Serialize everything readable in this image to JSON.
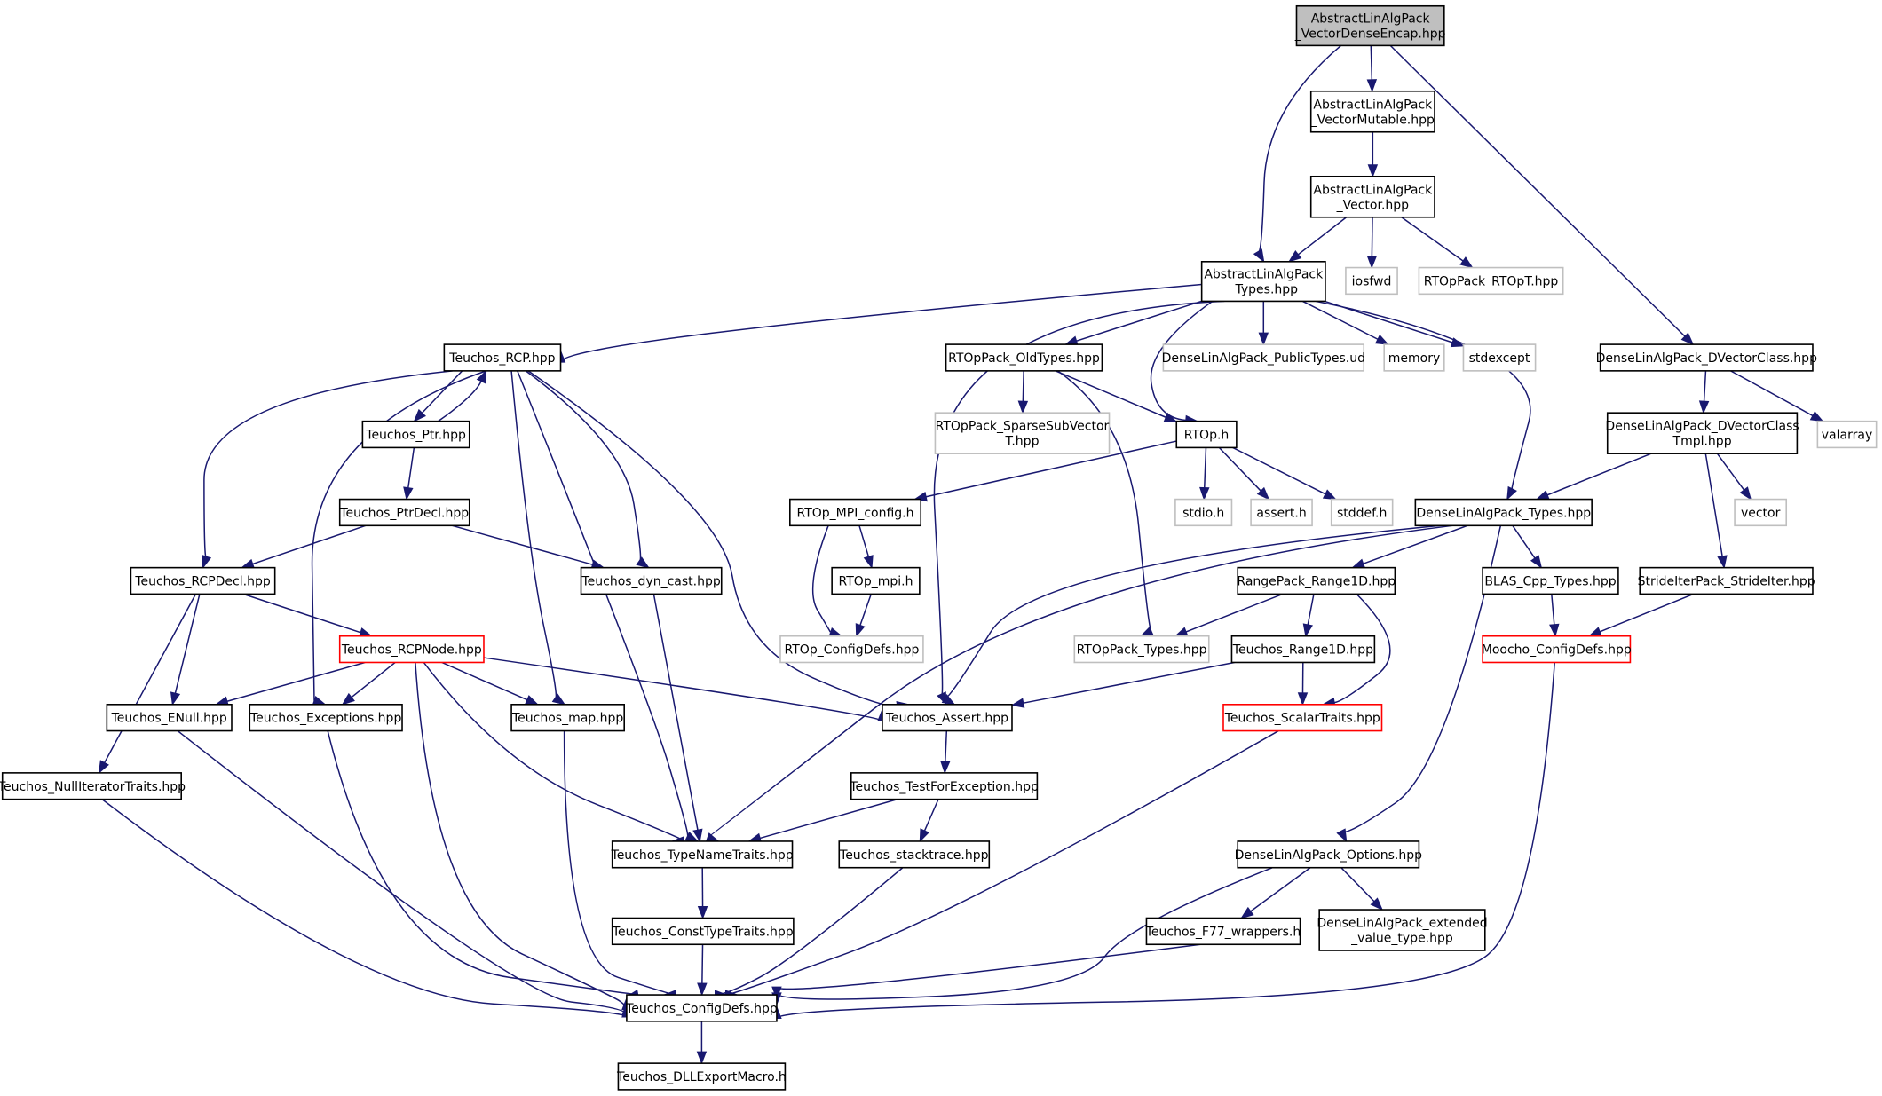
{
  "colors": {
    "edge": "#191970",
    "node_border": "#000000",
    "node_border_external": "#bfbfbf",
    "node_border_truncated": "#ff0000",
    "root_fill": "#bfbfbf",
    "node_fill": "#ffffff"
  },
  "nodes": [
    {
      "id": "root",
      "lines": [
        "AbstractLinAlgPack",
        "_VectorDenseEncap.hpp"
      ],
      "style": "root"
    },
    {
      "id": "vmut",
      "lines": [
        "AbstractLinAlgPack",
        "_VectorMutable.hpp"
      ],
      "style": "normal"
    },
    {
      "id": "vec",
      "lines": [
        "AbstractLinAlgPack",
        "_Vector.hpp"
      ],
      "style": "normal"
    },
    {
      "id": "types",
      "lines": [
        "AbstractLinAlgPack",
        "_Types.hpp"
      ],
      "style": "normal"
    },
    {
      "id": "iosfwd",
      "lines": [
        "iosfwd"
      ],
      "style": "external"
    },
    {
      "id": "rtopt",
      "lines": [
        "RTOpPack_RTOpT.hpp"
      ],
      "style": "external"
    },
    {
      "id": "dvc",
      "lines": [
        "DenseLinAlgPack_DVectorClass.hpp"
      ],
      "style": "normal"
    },
    {
      "id": "rcp",
      "lines": [
        "Teuchos_RCP.hpp"
      ],
      "style": "normal"
    },
    {
      "id": "oldtypes",
      "lines": [
        "RTOpPack_OldTypes.hpp"
      ],
      "style": "normal"
    },
    {
      "id": "pubtypes",
      "lines": [
        "DenseLinAlgPack_PublicTypes.ud"
      ],
      "style": "external"
    },
    {
      "id": "memory",
      "lines": [
        "memory"
      ],
      "style": "external"
    },
    {
      "id": "stdexcept",
      "lines": [
        "stdexcept"
      ],
      "style": "external"
    },
    {
      "id": "valarray",
      "lines": [
        "valarray"
      ],
      "style": "external"
    },
    {
      "id": "ptr",
      "lines": [
        "Teuchos_Ptr.hpp"
      ],
      "style": "normal"
    },
    {
      "id": "sparse",
      "lines": [
        "RTOpPack_SparseSubVector",
        "T.hpp"
      ],
      "style": "external"
    },
    {
      "id": "rtoph",
      "lines": [
        "RTOp.h"
      ],
      "style": "normal"
    },
    {
      "id": "dvct",
      "lines": [
        "DenseLinAlgPack_DVectorClass",
        "Tmpl.hpp"
      ],
      "style": "normal"
    },
    {
      "id": "ptrdecl",
      "lines": [
        "Teuchos_PtrDecl.hpp"
      ],
      "style": "normal"
    },
    {
      "id": "mpiconfig",
      "lines": [
        "RTOp_MPI_config.h"
      ],
      "style": "normal"
    },
    {
      "id": "stdio",
      "lines": [
        "stdio.h"
      ],
      "style": "external"
    },
    {
      "id": "asserth",
      "lines": [
        "assert.h"
      ],
      "style": "external"
    },
    {
      "id": "stddef",
      "lines": [
        "stddef.h"
      ],
      "style": "external"
    },
    {
      "id": "dlatypes",
      "lines": [
        "DenseLinAlgPack_Types.hpp"
      ],
      "style": "normal"
    },
    {
      "id": "vector",
      "lines": [
        "vector"
      ],
      "style": "external"
    },
    {
      "id": "rcpdecl",
      "lines": [
        "Teuchos_RCPDecl.hpp"
      ],
      "style": "normal"
    },
    {
      "id": "dyncast",
      "lines": [
        "Teuchos_dyn_cast.hpp"
      ],
      "style": "normal"
    },
    {
      "id": "rtopmpi",
      "lines": [
        "RTOp_mpi.h"
      ],
      "style": "normal"
    },
    {
      "id": "range1dpack",
      "lines": [
        "RangePack_Range1D.hpp"
      ],
      "style": "normal"
    },
    {
      "id": "blas",
      "lines": [
        "BLAS_Cpp_Types.hpp"
      ],
      "style": "normal"
    },
    {
      "id": "strideiter",
      "lines": [
        "StrideIterPack_StrideIter.hpp"
      ],
      "style": "normal"
    },
    {
      "id": "rcpnode",
      "lines": [
        "Teuchos_RCPNode.hpp"
      ],
      "style": "truncated"
    },
    {
      "id": "rtopconfig",
      "lines": [
        "RTOp_ConfigDefs.hpp"
      ],
      "style": "external"
    },
    {
      "id": "rtoptypes",
      "lines": [
        "RTOpPack_Types.hpp"
      ],
      "style": "external"
    },
    {
      "id": "range1d",
      "lines": [
        "Teuchos_Range1D.hpp"
      ],
      "style": "normal"
    },
    {
      "id": "moocho",
      "lines": [
        "Moocho_ConfigDefs.hpp"
      ],
      "style": "truncated"
    },
    {
      "id": "enull",
      "lines": [
        "Teuchos_ENull.hpp"
      ],
      "style": "normal"
    },
    {
      "id": "exceptions",
      "lines": [
        "Teuchos_Exceptions.hpp"
      ],
      "style": "normal"
    },
    {
      "id": "map",
      "lines": [
        "Teuchos_map.hpp"
      ],
      "style": "normal"
    },
    {
      "id": "assert",
      "lines": [
        "Teuchos_Assert.hpp"
      ],
      "style": "normal"
    },
    {
      "id": "scalartraits",
      "lines": [
        "Teuchos_ScalarTraits.hpp"
      ],
      "style": "truncated"
    },
    {
      "id": "nulliter",
      "lines": [
        "Teuchos_NullIteratorTraits.hpp"
      ],
      "style": "normal"
    },
    {
      "id": "testexc",
      "lines": [
        "Teuchos_TestForException.hpp"
      ],
      "style": "normal"
    },
    {
      "id": "typename",
      "lines": [
        "Teuchos_TypeNameTraits.hpp"
      ],
      "style": "normal"
    },
    {
      "id": "stacktrace",
      "lines": [
        "Teuchos_stacktrace.hpp"
      ],
      "style": "normal"
    },
    {
      "id": "options",
      "lines": [
        "DenseLinAlgPack_Options.hpp"
      ],
      "style": "normal"
    },
    {
      "id": "consttype",
      "lines": [
        "Teuchos_ConstTypeTraits.hpp"
      ],
      "style": "normal"
    },
    {
      "id": "f77",
      "lines": [
        "Teuchos_F77_wrappers.h"
      ],
      "style": "normal"
    },
    {
      "id": "extended",
      "lines": [
        "DenseLinAlgPack_extended",
        "_value_type.hpp"
      ],
      "style": "normal"
    },
    {
      "id": "configdefs",
      "lines": [
        "Teuchos_ConfigDefs.hpp"
      ],
      "style": "normal"
    },
    {
      "id": "dllexport",
      "lines": [
        "Teuchos_DLLExportMacro.h"
      ],
      "style": "normal"
    }
  ],
  "edges": [
    [
      "root",
      "vmut"
    ],
    [
      "root",
      "types"
    ],
    [
      "root",
      "dvc"
    ],
    [
      "vmut",
      "vec"
    ],
    [
      "vec",
      "types"
    ],
    [
      "vec",
      "iosfwd"
    ],
    [
      "vec",
      "rtopt"
    ],
    [
      "types",
      "rcp"
    ],
    [
      "types",
      "oldtypes"
    ],
    [
      "types",
      "pubtypes"
    ],
    [
      "types",
      "memory"
    ],
    [
      "types",
      "stdexcept"
    ],
    [
      "types",
      "rtoph"
    ],
    [
      "types",
      "assert"
    ],
    [
      "types",
      "dlatypes"
    ],
    [
      "dvc",
      "dvct"
    ],
    [
      "dvc",
      "valarray"
    ],
    [
      "rcp",
      "ptr"
    ],
    [
      "ptr",
      "rcp"
    ],
    [
      "rcp",
      "rcpdecl"
    ],
    [
      "rcp",
      "exceptions"
    ],
    [
      "rcp",
      "map"
    ],
    [
      "rcp",
      "typename"
    ],
    [
      "rcp",
      "dyncast"
    ],
    [
      "rcp",
      "assert"
    ],
    [
      "ptr",
      "ptrdecl"
    ],
    [
      "ptrdecl",
      "rcpdecl"
    ],
    [
      "ptrdecl",
      "dyncast"
    ],
    [
      "oldtypes",
      "sparse"
    ],
    [
      "oldtypes",
      "rtoph"
    ],
    [
      "oldtypes",
      "rtoptypes"
    ],
    [
      "rtoph",
      "mpiconfig"
    ],
    [
      "rtoph",
      "stdio"
    ],
    [
      "rtoph",
      "asserth"
    ],
    [
      "rtoph",
      "stddef"
    ],
    [
      "dvct",
      "dlatypes"
    ],
    [
      "dvct",
      "vector"
    ],
    [
      "dvct",
      "strideiter"
    ],
    [
      "mpiconfig",
      "rtopmpi"
    ],
    [
      "mpiconfig",
      "rtopconfig"
    ],
    [
      "rtopmpi",
      "rtopconfig"
    ],
    [
      "dlatypes",
      "assert"
    ],
    [
      "dlatypes",
      "typename"
    ],
    [
      "dlatypes",
      "range1dpack"
    ],
    [
      "dlatypes",
      "blas"
    ],
    [
      "dlatypes",
      "options"
    ],
    [
      "rcpdecl",
      "nulliter"
    ],
    [
      "rcpdecl",
      "enull"
    ],
    [
      "rcpdecl",
      "rcpnode"
    ],
    [
      "dyncast",
      "typename"
    ],
    [
      "range1dpack",
      "rtoptypes"
    ],
    [
      "range1dpack",
      "range1d"
    ],
    [
      "range1dpack",
      "scalartraits"
    ],
    [
      "blas",
      "moocho"
    ],
    [
      "strideiter",
      "moocho"
    ],
    [
      "rcpnode",
      "enull"
    ],
    [
      "rcpnode",
      "exceptions"
    ],
    [
      "rcpnode",
      "map"
    ],
    [
      "rcpnode",
      "assert"
    ],
    [
      "rcpnode",
      "typename"
    ],
    [
      "rcpnode",
      "configdefs"
    ],
    [
      "range1d",
      "assert"
    ],
    [
      "range1d",
      "scalartraits"
    ],
    [
      "moocho",
      "configdefs"
    ],
    [
      "enull",
      "configdefs"
    ],
    [
      "exceptions",
      "configdefs"
    ],
    [
      "map",
      "configdefs"
    ],
    [
      "assert",
      "testexc"
    ],
    [
      "scalartraits",
      "configdefs"
    ],
    [
      "nulliter",
      "configdefs"
    ],
    [
      "testexc",
      "typename"
    ],
    [
      "testexc",
      "stacktrace"
    ],
    [
      "typename",
      "consttype"
    ],
    [
      "stacktrace",
      "configdefs"
    ],
    [
      "options",
      "configdefs"
    ],
    [
      "options",
      "f77"
    ],
    [
      "options",
      "extended"
    ],
    [
      "consttype",
      "configdefs"
    ],
    [
      "f77",
      "configdefs"
    ],
    [
      "configdefs",
      "dllexport"
    ]
  ]
}
